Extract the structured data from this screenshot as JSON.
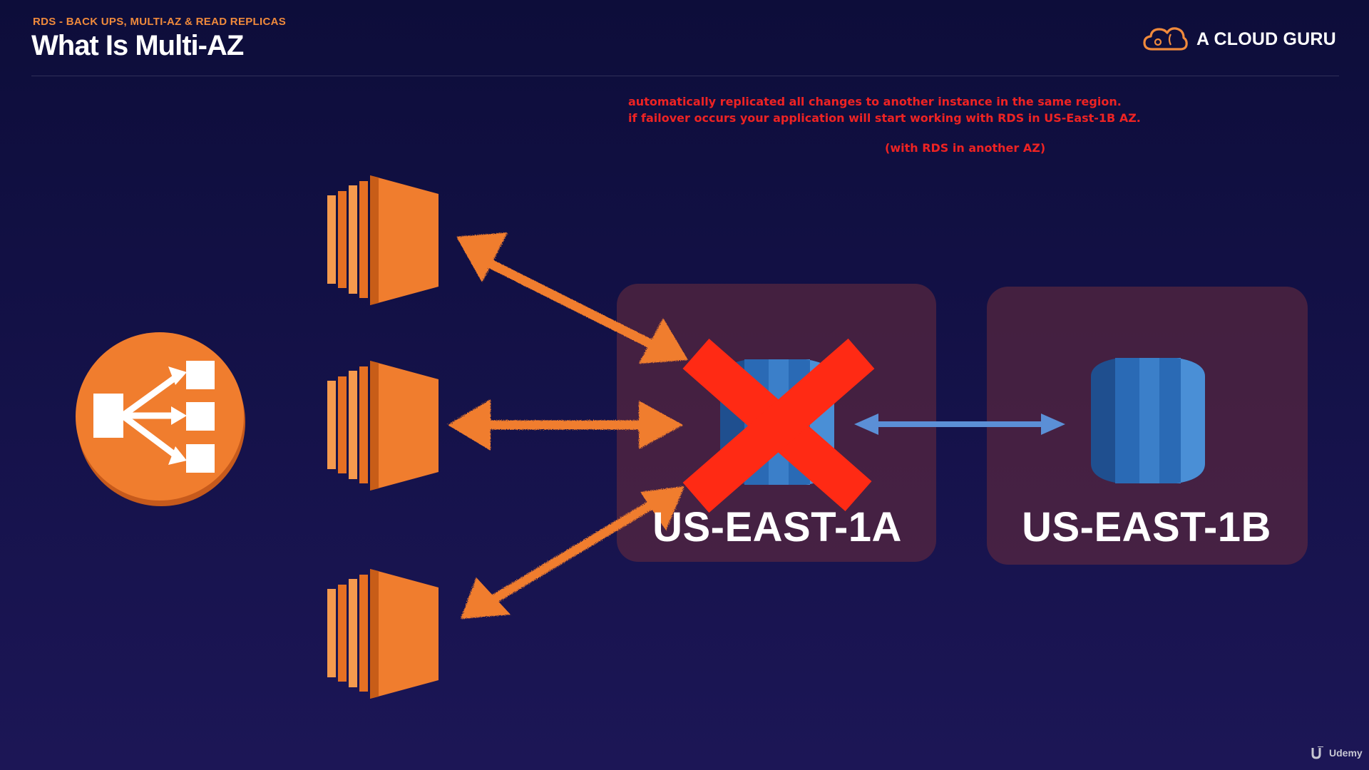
{
  "header": {
    "eyebrow": "RDS - BACK UPS, MULTI-AZ & READ REPLICAS",
    "title": "What Is Multi-AZ"
  },
  "brand": {
    "name": "A CLOUD GURU",
    "icon": "cloud-icon"
  },
  "notes": {
    "line1": "automatically replicated all changes to another instance in the same region.",
    "line2": "if failover occurs your application will start working with RDS in US-East-1B AZ.",
    "line3": "(with RDS in another AZ)"
  },
  "diagram": {
    "load_balancer_icon": "load-balancer-icon",
    "instance_icon": "ec2-instance-icon",
    "database_icon": "rds-database-icon",
    "failure_icon": "red-x-icon",
    "zones": [
      {
        "label": "US-EAST-1A",
        "status": "failed"
      },
      {
        "label": "US-EAST-1B",
        "status": "standby"
      }
    ]
  },
  "footer": {
    "watermark": "Udemy"
  },
  "colors": {
    "accent": "#f08a3c",
    "arrow_orange": "#f07d2e",
    "rds_blue": "#2a6ab5",
    "replication_arrow": "#5b8fd6",
    "failure_red": "#ff2a14",
    "note_red": "#ee2323"
  }
}
